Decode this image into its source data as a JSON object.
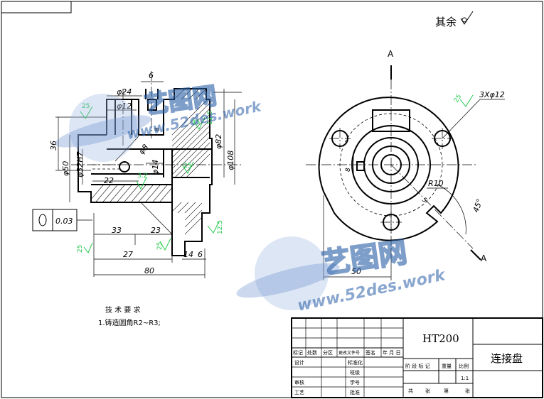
{
  "roughness_note": "其余",
  "section_label_a": "A",
  "section_label_a2": "A",
  "material": "HT200",
  "part_name": "连接盘",
  "tech_title": "技 术 要 求",
  "tech_note": "1.铸造圆角R2~R3;",
  "tolerance_frame_value": "0.03",
  "dims": {
    "d6": "6",
    "d24": "φ24",
    "d12": "φ12",
    "d36": "36",
    "d50": "φ50",
    "d32h7": "φ32H7",
    "d8a": "φ8",
    "d22": "22",
    "d14a": "φ14",
    "d82": "φ82",
    "d108": "φ108",
    "d8b": "8",
    "d33": "33",
    "d23": "23",
    "d27": "27",
    "d14b": "14",
    "d6b": "6",
    "d80": "80",
    "d3x12": "3Xφ12",
    "dr10": "R10",
    "d45": "45°",
    "d50b": "50",
    "d8c": "8"
  },
  "roughness": {
    "r25a": "25",
    "r125a": "12.5",
    "r32": "3.2",
    "r25b": "25",
    "r25c": "25",
    "r125b": "12.5",
    "r25d": "25",
    "r25e": "25",
    "r25f": "25"
  },
  "title_block": {
    "mark": "标记",
    "count": "处数",
    "zone": "分区",
    "change_doc": "更改文件号",
    "sign": "签名",
    "date": "年 月 日",
    "design": "设计",
    "standardize": "标准化",
    "class": "班级",
    "student_no": "学号",
    "review": "审核",
    "process": "工艺",
    "approve": "批准",
    "stage_mark": "阶 段 标 记",
    "weight": "重量",
    "scale": "比例",
    "scale_value": "1:1",
    "total": "共",
    "sheets": "张",
    "page": "第",
    "sheet": "张"
  },
  "watermark": {
    "cn": "艺图网",
    "url": "www.52des.work"
  }
}
